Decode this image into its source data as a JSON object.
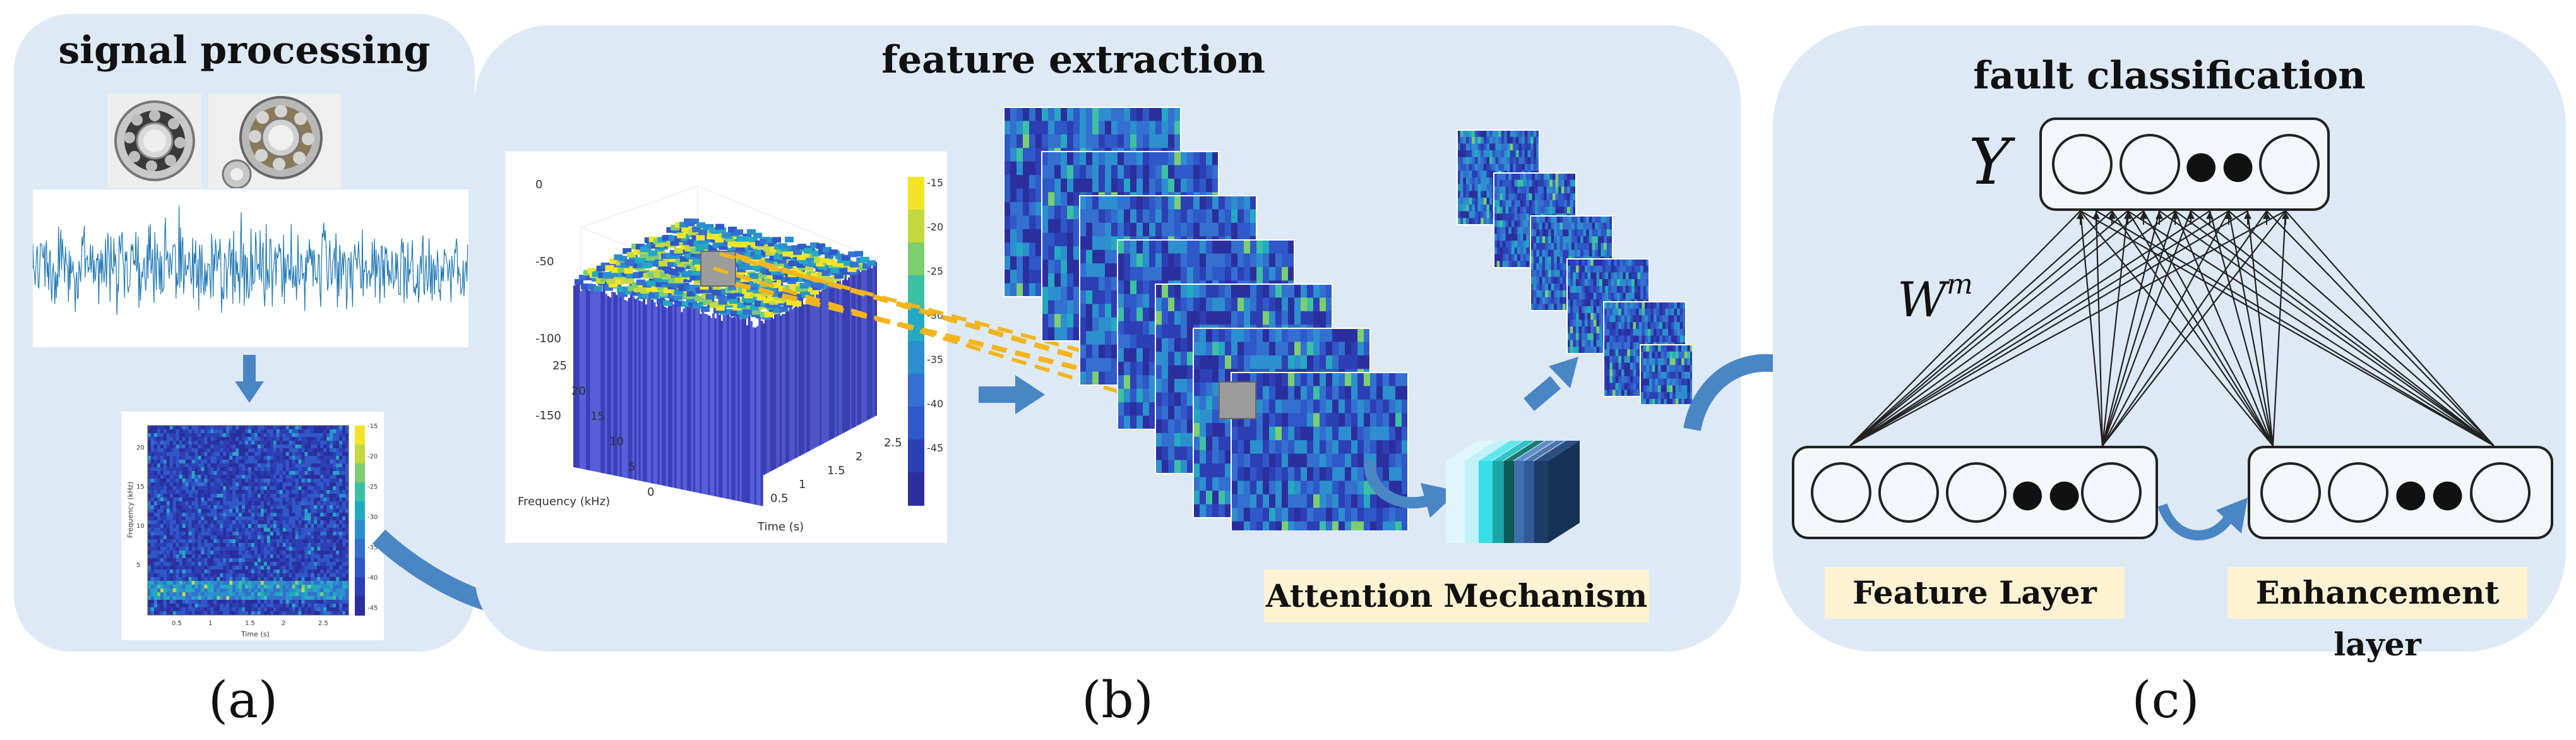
{
  "panels": {
    "a": {
      "title": "signal processing",
      "label": "(a)"
    },
    "b": {
      "title": "feature extraction",
      "label": "(b)",
      "tag": "Attention Mechanism"
    },
    "c": {
      "title": "fault classification",
      "label": "(c)",
      "feature_tag": "Feature Layer",
      "enhance_tag": "Enhancement layer"
    }
  },
  "spectrogram": {
    "xlabel": "Time (s)",
    "ylabel": "Frequency (kHz)",
    "xticks": [
      "0.5",
      "1",
      "1.5",
      "2",
      "2.5"
    ],
    "yticks": [
      "20",
      "15",
      "10",
      "5"
    ],
    "colorbar_ticks": [
      "-15",
      "-20",
      "-25",
      "-30",
      "-35",
      "-40",
      "-45"
    ]
  },
  "surface3d": {
    "zticks": [
      "0",
      "-50",
      "-100",
      "-150"
    ],
    "yticks": [
      "25",
      "20",
      "15",
      "10",
      "5",
      "0"
    ],
    "xticks": [
      "0.5",
      "1",
      "1.5",
      "2",
      "2.5"
    ],
    "ylabel": "Frequency (kHz)",
    "xlabel": "Time (s)",
    "colorbar_ticks": [
      "-15",
      "-20",
      "-25",
      "-30",
      "-35",
      "-40",
      "-45"
    ]
  },
  "network": {
    "output_symbol": "Y",
    "weight_symbol": "W",
    "weight_superscript": "m",
    "ellipsis": "●●●"
  },
  "colors": {
    "panel_bg": "#dde9f5",
    "arrow_blue": "#4a86c5",
    "tag_bg": "#fdf2d2",
    "dashed_orange": "#f3b51b"
  }
}
